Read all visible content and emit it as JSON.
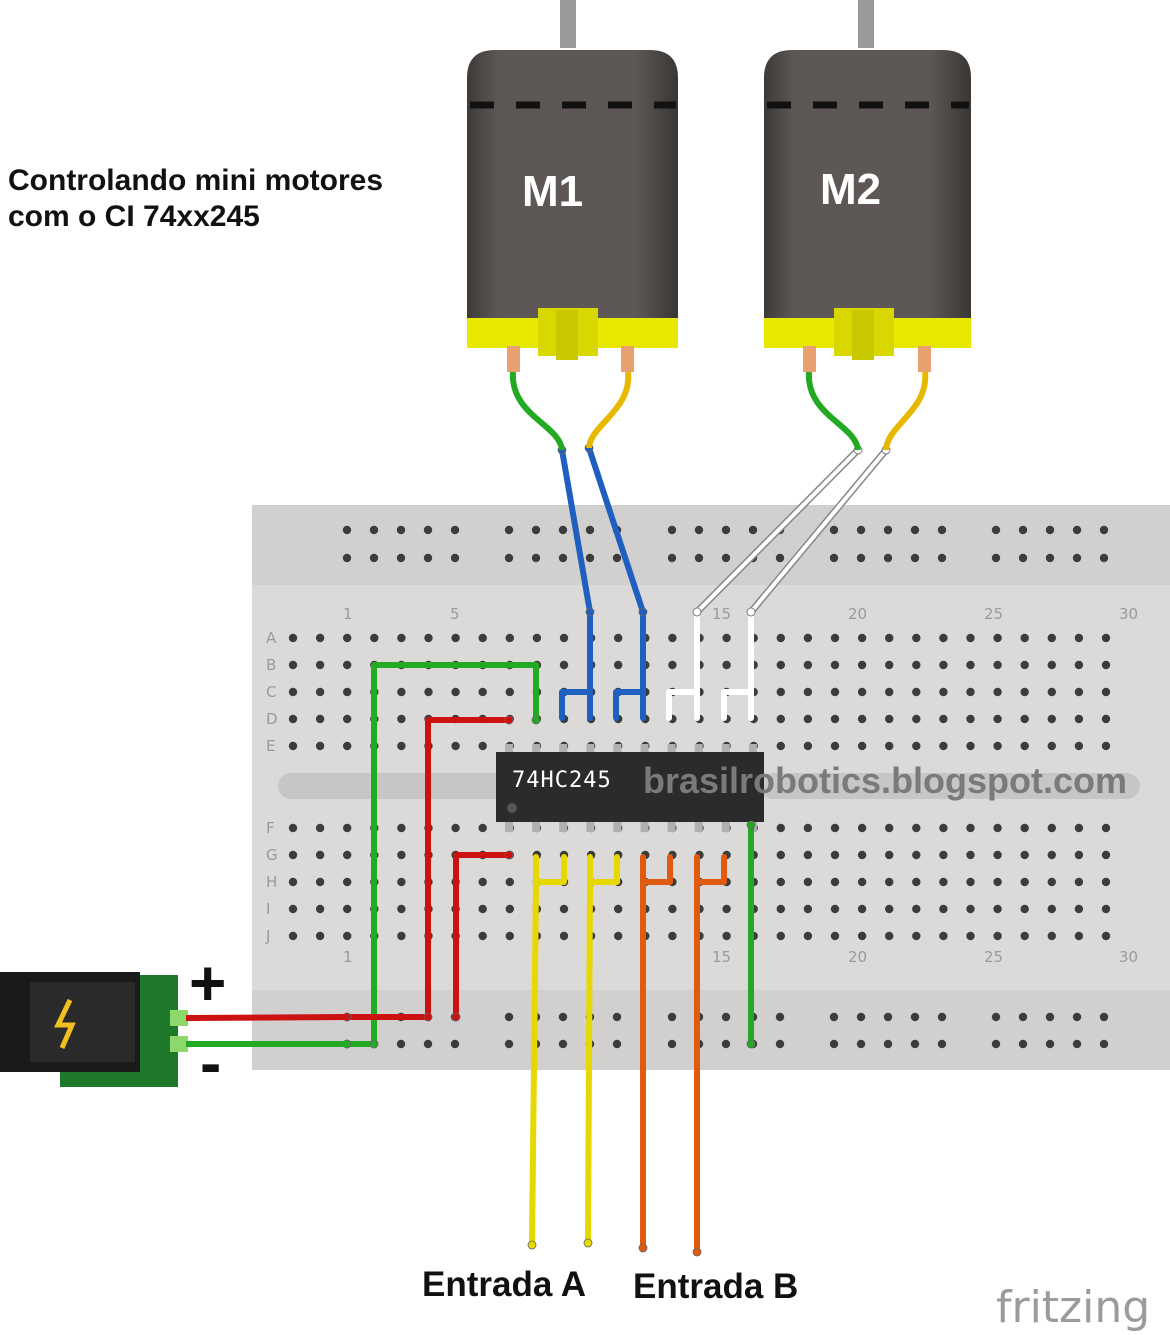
{
  "title_lines": [
    "Controlando mini motores",
    "com o CI 74xx245"
  ],
  "motors": [
    {
      "label": "M1"
    },
    {
      "label": "M2"
    }
  ],
  "chip": {
    "label": "74HC245"
  },
  "watermark": "brasilrobotics.blogspot.com",
  "breadboard": {
    "rows_top": [
      "A",
      "B",
      "C",
      "D",
      "E"
    ],
    "rows_bottom": [
      "F",
      "G",
      "H",
      "I",
      "J"
    ],
    "column_numbers": [
      "1",
      "5",
      "15",
      "20",
      "25",
      "30"
    ]
  },
  "power": {
    "plus": "+",
    "minus": "-"
  },
  "inputs": {
    "a_label": "Entrada A",
    "b_label": "Entrada B"
  },
  "brand": "fritzing",
  "colors": {
    "wire_red": "#cc1111",
    "wire_green": "#22aa22",
    "wire_blue": "#1f5fbf",
    "wire_yellow": "#e6d800",
    "wire_orange": "#e05a10",
    "wire_white": "#ffffff",
    "motor_body": "#5a5552",
    "motor_cap": "#e8e800",
    "breadboard": "#dcdad8"
  }
}
